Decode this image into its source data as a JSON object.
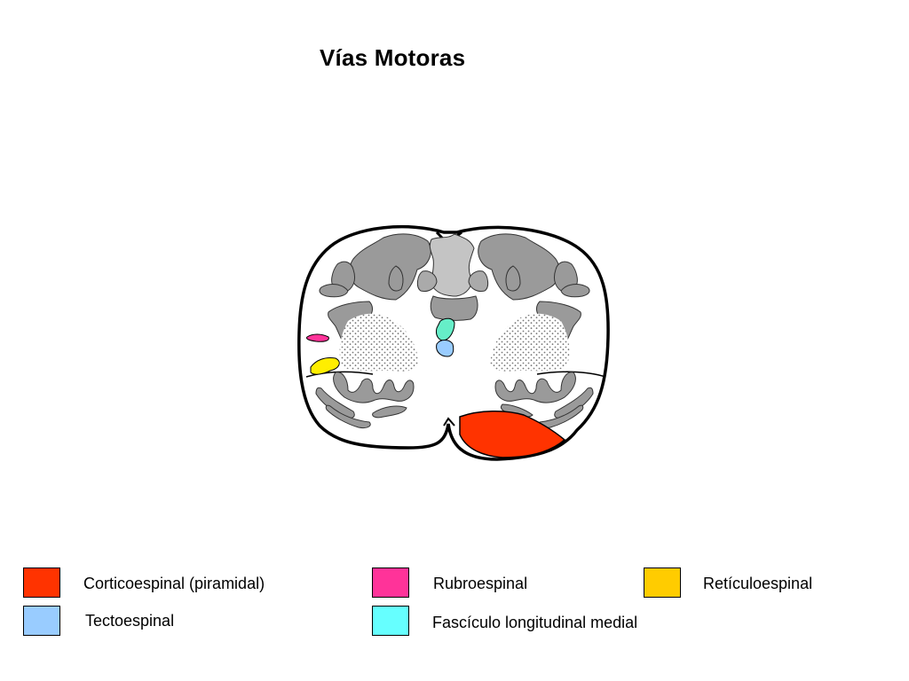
{
  "title": "Vías Motoras",
  "colors": {
    "outline": "#000000",
    "gray_nuclei": "#999999",
    "gray_light": "#c0c0c0",
    "stipple": "#d8d8d8",
    "corticoespinal": "#ff3300",
    "rubroespinal": "#ff3399",
    "reticuloespinal": "#ffcc00",
    "tectoespinal": "#99ccff",
    "fasciculo_longitudinal_medial": "#66ffff",
    "diagram_flm": "#66eec8",
    "diagram_reticulo": "#ffee00"
  },
  "legend": [
    {
      "label": "Corticoespinal (piramidal)",
      "color": "#ff3300"
    },
    {
      "label": "Rubroespinal",
      "color": "#ff3399"
    },
    {
      "label": "Retículoespinal",
      "color": "#ffcc00"
    },
    {
      "label": "Tectoespinal",
      "color": "#99ccff"
    },
    {
      "label": "Fascículo longitudinal medial",
      "color": "#66ffff"
    }
  ]
}
